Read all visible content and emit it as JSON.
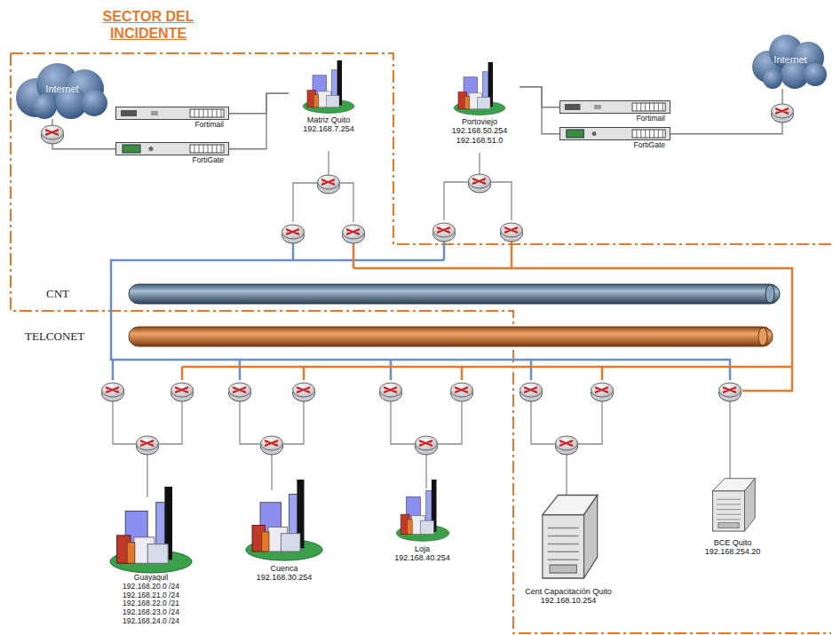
{
  "diagram": {
    "title": "SECTOR DEL INCIDENTE",
    "nodes": [
      {
        "text": [
          "Internet"
        ]
      },
      {
        "text": [
          "Fortimail"
        ]
      },
      {
        "text": [
          "FortiGate"
        ]
      },
      {
        "text": [
          "Matriz Quito",
          "192.168.7.254"
        ]
      },
      {
        "text": [
          "Portoviejo",
          "192.168.50.254",
          "192.168.51.0"
        ]
      },
      {
        "text": [
          "Fortimail"
        ]
      },
      {
        "text": [
          "FortiGate"
        ]
      },
      {
        "text": [
          "Internet"
        ]
      },
      {
        "text": [
          "CNT"
        ]
      },
      {
        "text": [
          "TELCONET"
        ]
      },
      {
        "text": [
          "Guayaquil",
          "192.168.20.0 /24 192.168.21.0 /24 192.168.22.0 /21 192.168.23.0 /24 192.168.24.0 /24"
        ]
      },
      {
        "text": [
          "Cuenca",
          "192.168.30.254"
        ]
      },
      {
        "text": [
          "Loja",
          "192.168.40.254"
        ]
      },
      {
        "text": [
          "Cent Capacitación Quito",
          "192.168.10.254"
        ]
      },
      {
        "text": [
          "BCE Quito",
          "192.168.254.20"
        ]
      }
    ],
    "edges": [
      {
        "from": 0,
        "to": 2,
        "arrow": "none"
      },
      {
        "from": 1,
        "to": 3,
        "arrow": "none"
      },
      {
        "from": 2,
        "to": 3,
        "arrow": "none"
      },
      {
        "from": 4,
        "to": 5,
        "arrow": "none"
      },
      {
        "from": 4,
        "to": 6,
        "arrow": "none"
      },
      {
        "from": 7,
        "to": 6,
        "arrow": "none"
      }
    ]
  }
}
